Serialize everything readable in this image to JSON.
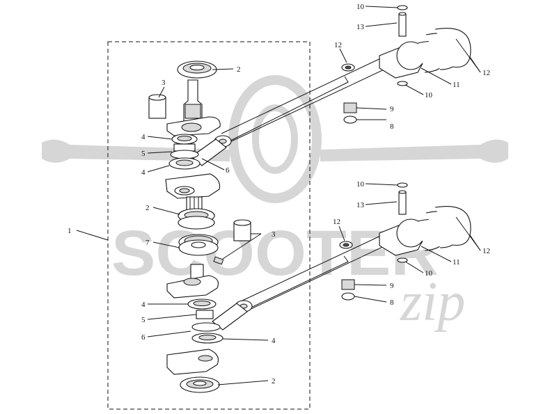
{
  "callouts": {
    "c1": "1",
    "c2_top": "2",
    "c2_mid": "2",
    "c2_bot": "2",
    "c3_top": "3",
    "c3_mid": "3",
    "c4_a": "4",
    "c4_b": "4",
    "c4_c": "4",
    "c4_d": "4",
    "c5_top": "5",
    "c5_bot": "5",
    "c6_top": "6",
    "c6_bot": "6",
    "c7": "7",
    "c8_top": "8",
    "c8_bot": "8",
    "c9_top": "9",
    "c9_bot": "9",
    "c10_a": "10",
    "c10_b": "10",
    "c10_c": "10",
    "c10_d": "10",
    "c11_top": "11",
    "c11_bot": "11",
    "c12_a": "12",
    "c12_b": "12",
    "c12_c": "12",
    "c12_d": "12",
    "c13_top": "13",
    "c13_bot": "13"
  },
  "watermark": {
    "brand": "SCOOTER",
    "suffix": "zip",
    "color": "#d6d6d6"
  },
  "colors": {
    "line": "#111111",
    "background": "#ffffff"
  }
}
